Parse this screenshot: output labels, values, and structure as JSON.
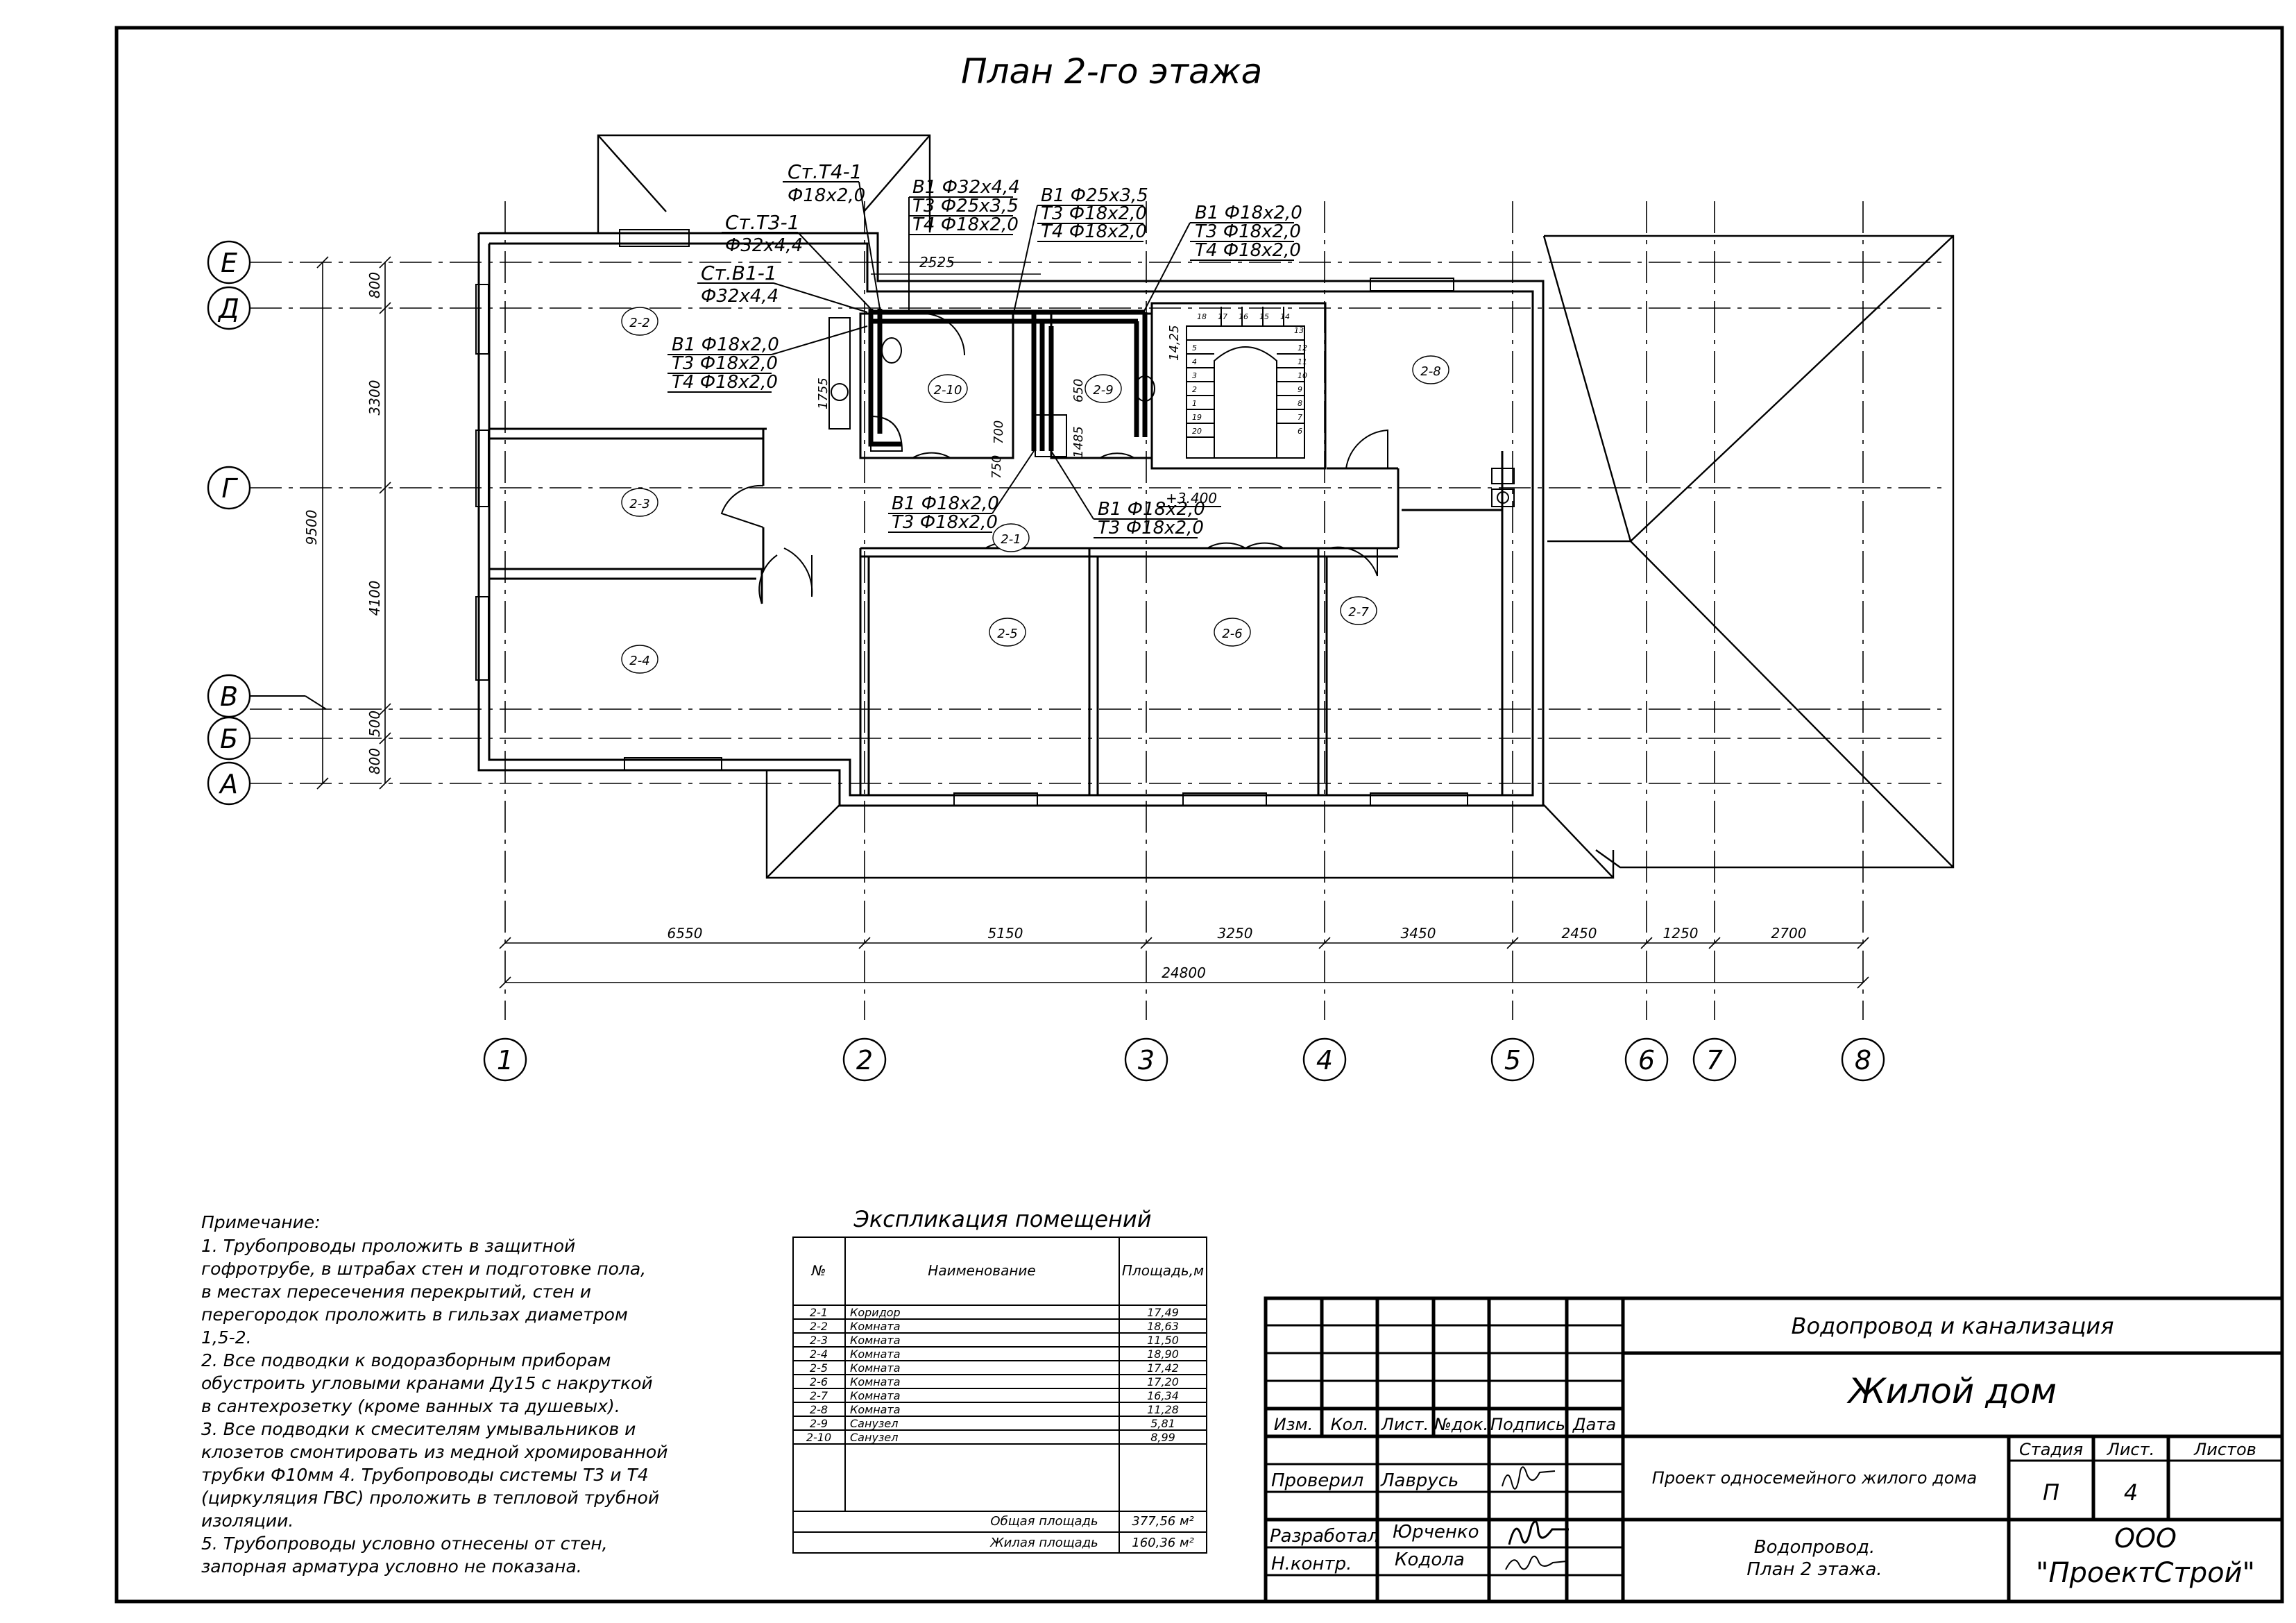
{
  "plan": {
    "title": "План 2-го этажа",
    "row_axes": [
      "Е",
      "Д",
      "Г",
      "В",
      "Б",
      "А"
    ],
    "col_axes": [
      "1",
      "2",
      "3",
      "4",
      "5",
      "6",
      "7",
      "8"
    ],
    "dims_bottom": [
      "6550",
      "5150",
      "3250",
      "3450",
      "2450",
      "1250",
      "2700"
    ],
    "dim_total": "24800",
    "dims_left": [
      "800",
      "3300",
      "4100",
      "500",
      "800"
    ],
    "dim_left_total": "9500",
    "dim_inner": [
      "1755",
      "700",
      "750",
      "650",
      "1485",
      "2525",
      "14,25"
    ],
    "level_mark": "+3.400",
    "room_tags": [
      "2-1",
      "2-2",
      "2-3",
      "2-4",
      "2-5",
      "2-6",
      "2-7",
      "2-8",
      "2-9",
      "2-10"
    ],
    "stair_numbers": [
      "18",
      "17",
      "16",
      "15",
      "14",
      "13",
      "12",
      "11",
      "10",
      "9",
      "8",
      "7",
      "6",
      "5",
      "4",
      "3",
      "2",
      "1",
      "19",
      "20"
    ],
    "callouts": {
      "st_t4_1": [
        "Ст.Т4-1",
        "Ф18х2,0"
      ],
      "st_t3_1": [
        "Ст.Т3-1",
        "Ф32х4,4"
      ],
      "st_b1_1": [
        "Ст.В1-1",
        "Ф32х4,4"
      ],
      "top_mid": [
        "В1 Ф32х4,4",
        "Т3  Ф25х3,5",
        "Т4  Ф18х2,0"
      ],
      "top_mid2": [
        "В1  Ф25х3,5",
        "Т3  Ф18х2,0",
        "Т4  Ф18х2,0"
      ],
      "top_right": [
        "В1  Ф18х2,0",
        "Т3  Ф18х2,0",
        "Т4  Ф18х2,0"
      ],
      "left": [
        "В1  Ф18х2,0",
        "Т3  Ф18х2,0",
        "Т4  Ф18х2,0"
      ],
      "bottom_left": [
        "В1  Ф18х2,0",
        "Т3  Ф18х2,0"
      ],
      "bottom_right": [
        "В1  Ф18х2,0",
        "Т3  Ф18х2,0"
      ]
    }
  },
  "notes": {
    "heading": "Примечание:",
    "lines": [
      "1. Трубопроводы проложить в защитной",
      "гофротрубе, в штрабах стен и подготовке пола,",
      "в местах  пересечения перекрытий, стен и",
      "перегородок проложить в  гильзах диаметром",
      "1,5-2.",
      "2. Все подводки к водоразборным приборам",
      "обустроить угловыми кранами Ду15 с накруткой",
      "в сантехрозетку (кроме ванных та душевых).",
      "3. Все подводки к смесителям умывальников и",
      "клозетов смонтировать из медной хромированной",
      "трубки Ф10мм 4. Трубопроводы системы Т3 и Т4",
      "(циркуляция ГВС) проложить в тепловой трубной",
      "изоляции.",
      "5. Трубопроводы условно отнесены от стен,",
      "запорная арматура условно не показана."
    ]
  },
  "explication": {
    "title": "Экспликация помещений",
    "headers": [
      "№",
      "Наименование",
      "Площадь,м"
    ],
    "rows": [
      [
        "2-1",
        "Коридор",
        "17,49"
      ],
      [
        "2-2",
        "Комната",
        "18,63"
      ],
      [
        "2-3",
        "Комната",
        "11,50"
      ],
      [
        "2-4",
        "Комната",
        "18,90"
      ],
      [
        "2-5",
        "Комната",
        "17,42"
      ],
      [
        "2-6",
        "Комната",
        "17,20"
      ],
      [
        "2-7",
        "Комната",
        "16,34"
      ],
      [
        "2-8",
        "Комната",
        "11,28"
      ],
      [
        "2-9",
        "Санузел",
        "5,81"
      ],
      [
        "2-10",
        "Санузел",
        "8,99"
      ]
    ],
    "total_label": "Общая площадь",
    "total_value": "377,56 м²",
    "living_label": "Жилая площадь",
    "living_value": "160,36 м²"
  },
  "stamp": {
    "system": "Водопровод и канализация",
    "object": "Жилой дом",
    "project": "Проект односемейного жилого дома",
    "sheet_title": [
      "Водопровод.",
      "План 2 этажа."
    ],
    "org": [
      "ООО",
      "\"ПроектСтрой\""
    ],
    "col_headers": [
      "Изм.",
      "Кол.",
      "Лист.",
      "№док.",
      "Подпись",
      "Дата"
    ],
    "stage_headers": [
      "Стадия",
      "Лист.",
      "Листов"
    ],
    "stage": "П",
    "sheet": "4",
    "sheets": "",
    "roles": [
      "Проверил",
      "Разработал",
      "Н.контр."
    ],
    "names": [
      "Лаврусь",
      "Юрченко",
      "Кодола"
    ]
  }
}
